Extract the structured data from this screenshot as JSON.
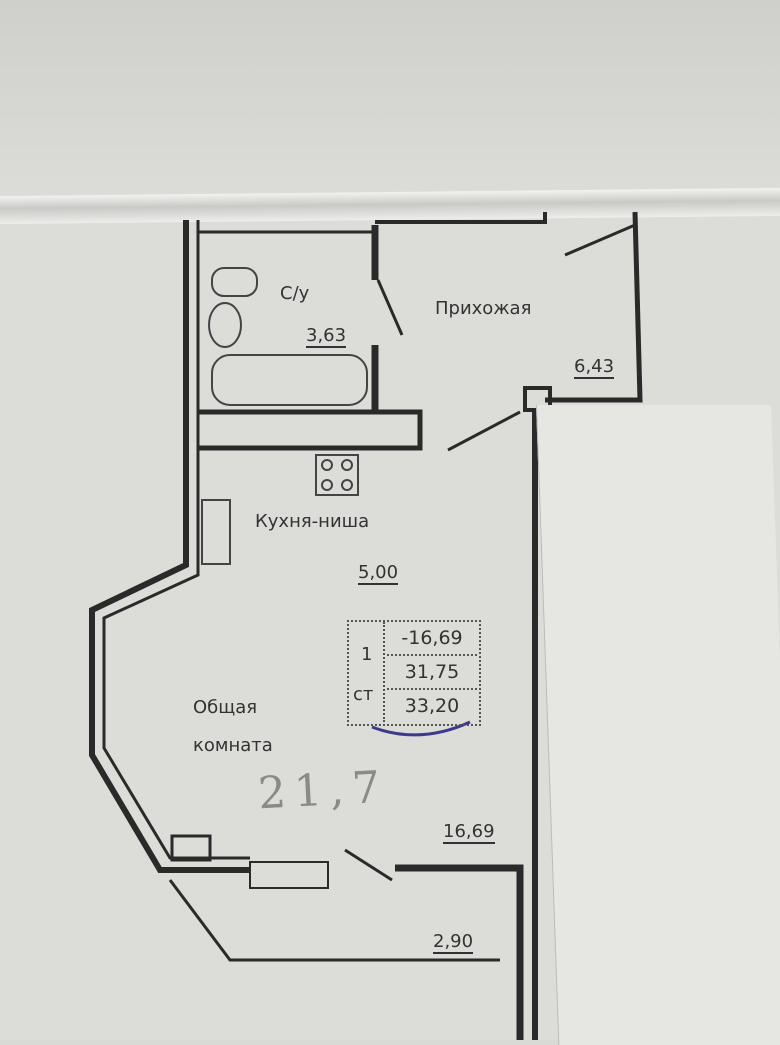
{
  "rooms": {
    "bathroom": {
      "name": "С/у",
      "area": "3,63"
    },
    "hallway": {
      "name": "Прихожая",
      "area": "6,43"
    },
    "kitchen": {
      "name": "Кухня-ниша",
      "area": "5,00"
    },
    "living": {
      "name_line1": "Общая",
      "name_line2": "комната",
      "area": "16,69"
    },
    "balcony": {
      "area": "2,90"
    }
  },
  "summary_table": {
    "rooms_count": "1",
    "label": "ст",
    "living_area": "-16,69",
    "total_area": "31,75",
    "total_with_balcony": "33,20"
  },
  "handwritten_note": "21,7"
}
